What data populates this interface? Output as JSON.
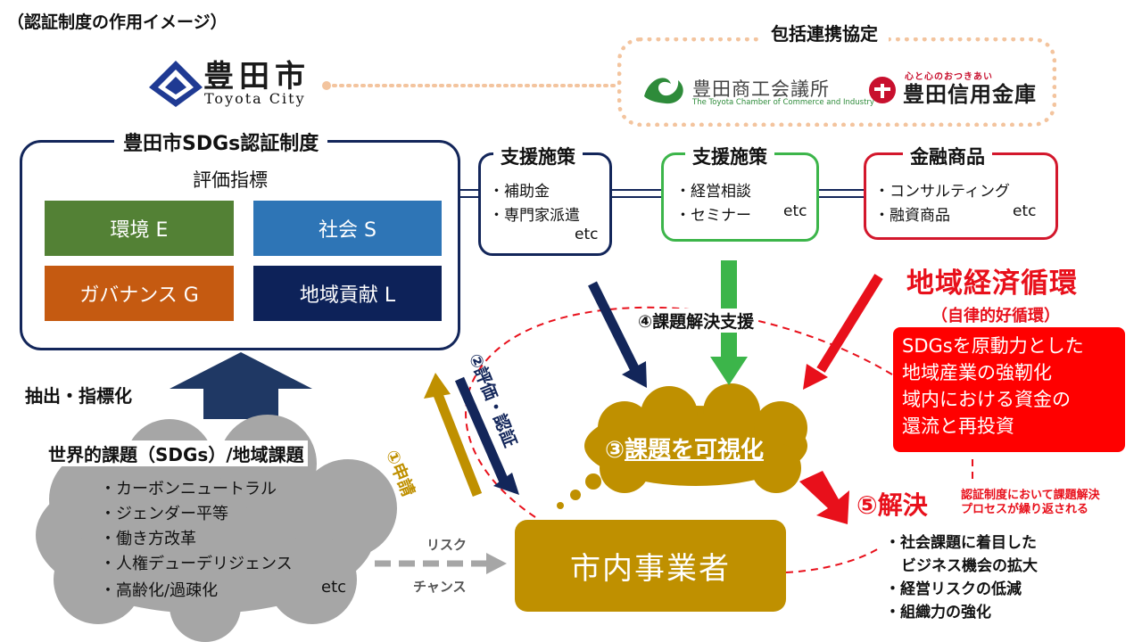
{
  "page_title": "（認証制度の作用イメージ）",
  "city": {
    "name": "豊田市",
    "name_en": "Toyota City"
  },
  "partnership": {
    "title": "包括連携協定",
    "chamber_name": "豊田商工会議所",
    "chamber_name_en": "The Toyota Chamber of Commerce and Industry",
    "bank_tagline": "心と心のおつきあい",
    "bank_name": "豊田信用金庫"
  },
  "sdg_system": {
    "title": "豊田市SDGs認証制度",
    "eval_label": "評価指標",
    "tiles": [
      {
        "label": "環境 E",
        "color": "#538135"
      },
      {
        "label": "社会 S",
        "color": "#2e75b6"
      },
      {
        "label": "ガバナンス G",
        "color": "#c55a11"
      },
      {
        "label": "地域貢献 L",
        "color": "#0d2259"
      }
    ]
  },
  "support_boxes": [
    {
      "title": "支援施策",
      "items": [
        "・補助金",
        "・専門家派遣"
      ],
      "etc": "etc",
      "color": "#13265a"
    },
    {
      "title": "支援施策",
      "items": [
        "・経営相談",
        "・セミナー"
      ],
      "etc": "etc",
      "color": "#3cb54a"
    },
    {
      "title": "金融商品",
      "items": [
        "・コンサルティング",
        "・融資商品"
      ],
      "etc": "etc",
      "color": "#d3172c"
    }
  ],
  "regional_economy": {
    "title": "地域経済循環",
    "subtitle": "（自律的好循環）",
    "lines": [
      "SDGsを原動力とした",
      "地域産業の強靭化",
      "域内における資金の",
      "還流と再投資"
    ]
  },
  "flow": {
    "support_label": "④課題解決支援",
    "apply_label": "①申請",
    "evaluate_label": "②評価・認証",
    "visualize_prefix": "③",
    "visualize_label": "課題を可視化",
    "extract_label": "抽出・指標化",
    "risk_label": "リスク",
    "chance_label": "チャンス"
  },
  "issues": {
    "title": "世界的課題（SDGs）/地域課題",
    "items": [
      "・カーボンニュートラル",
      "・ジェンダー平等",
      "・働き方改革",
      "・人権デューデリジェンス",
      "・高齢化/過疎化"
    ],
    "etc": "etc"
  },
  "businesses": {
    "label": "市内事業者"
  },
  "resolution": {
    "title": "⑤解決",
    "note_line1": "認証制度において課題解決",
    "note_line2": "プロセスが繰り返される",
    "items": [
      "・社会課題に着目した",
      "ビジネス機会の拡大",
      "・経営リスクの低減",
      "・組織力の強化"
    ]
  },
  "colors": {
    "navy": "#13265a",
    "green": "#3cb54a",
    "red": "#e8101b",
    "gold": "#bf9000",
    "cloud": "#a6a6a6",
    "peach": "#f3c49e"
  }
}
